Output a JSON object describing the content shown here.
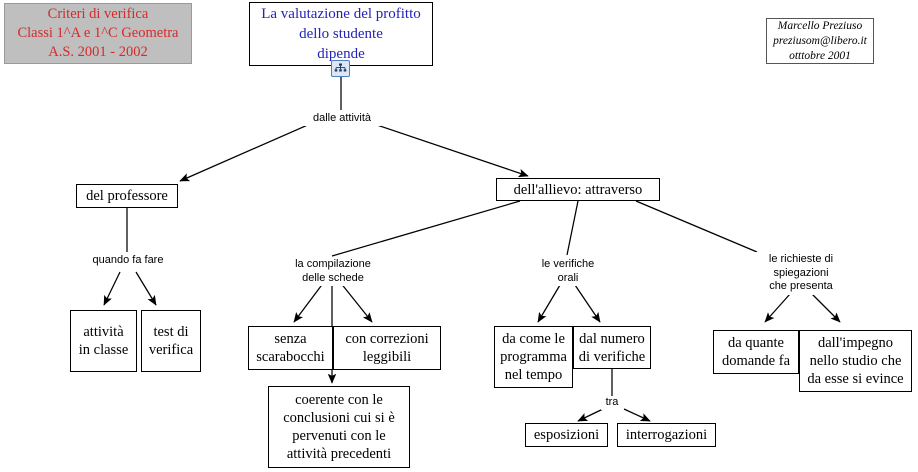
{
  "title_plate": {
    "name": "criteri-di-verifica-title",
    "text": "Criteri di verifica\nClassi 1^A e 1^C Geometra\nA.S. 2001 - 2002",
    "text_color": "#d42b2b",
    "background_color": "#bfbfbf"
  },
  "credit": {
    "name": "author-credit",
    "text": "Marcello Preziuso\npreziusom@libero.it\notttobre 2001"
  },
  "root": {
    "name": "root-concept",
    "text": "La valutazione del profitto\ndello studente\ndipende",
    "text_color": "#2323b8",
    "icon": "hierarchy-icon"
  },
  "nodes": [
    {
      "id": "del-professore",
      "text": "del professore"
    },
    {
      "id": "dell-allievo",
      "text": "dell'allievo: attraverso"
    },
    {
      "id": "attivita-in-classe",
      "text": "attività\nin classe"
    },
    {
      "id": "test-di-verifica",
      "text": "test di\nverifica"
    },
    {
      "id": "senza-scarabocchi",
      "text": "senza\nscarabocchi"
    },
    {
      "id": "con-correzioni",
      "text": "con correzioni\nleggibili"
    },
    {
      "id": "coerente-conclusioni",
      "text": "coerente con le\nconclusioni cui si è\npervenuti con le\nattività precedenti"
    },
    {
      "id": "da-come-programma",
      "text": "da come le\nprogramma\nnel tempo"
    },
    {
      "id": "dal-numero-verifiche",
      "text": "dal numero\ndi verifiche"
    },
    {
      "id": "esposizioni",
      "text": "esposizioni"
    },
    {
      "id": "interrogazioni",
      "text": "interrogazioni"
    },
    {
      "id": "da-quante-domande",
      "text": "da quante\ndomande fa"
    },
    {
      "id": "dall-impegno",
      "text": "dall'impegno\nnello studio che\nda esse si evince"
    }
  ],
  "link_labels": [
    {
      "id": "dalle-attivita",
      "text": "dalle attività"
    },
    {
      "id": "quando-fa-fare",
      "text": "quando fa fare"
    },
    {
      "id": "la-compilazione",
      "text": "la compilazione\ndelle schede"
    },
    {
      "id": "le-verifiche-orali",
      "text": "le verifiche\norali"
    },
    {
      "id": "le-richieste",
      "text": "le richieste di\nspiegazioni\nche presenta"
    },
    {
      "id": "tra",
      "text": "tra"
    }
  ],
  "colors": {
    "line": "#000000",
    "canvas": "#ffffff",
    "root_text": "#2323b8",
    "title_text": "#d42b2b",
    "title_bg": "#bfbfbf",
    "icon_border": "#4f7ec0",
    "icon_fill": "#dce6f4"
  }
}
